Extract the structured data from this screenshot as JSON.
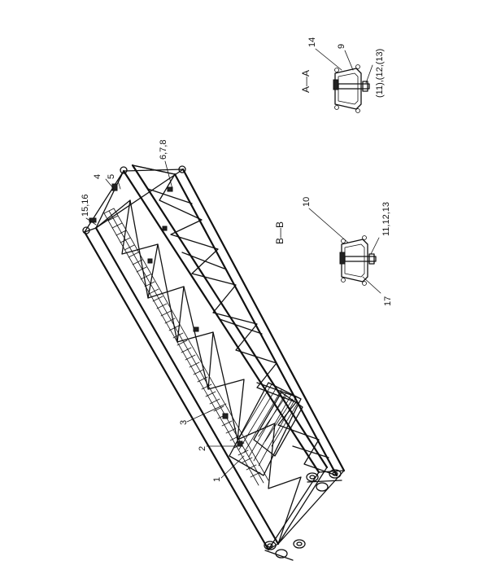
{
  "labels": {
    "l1": "1",
    "l2": "2",
    "l3": "3",
    "l4": "4",
    "l5": "5",
    "l678": "6,7,8",
    "l1516": "15,16",
    "l9": "9",
    "l14": "14",
    "l11_12_13_paren": "(11),(12,(13)",
    "section_aa": "A—A",
    "section_bb": "B—B",
    "l10": "10",
    "l11_12_13": "11,12,13",
    "l17": "17"
  }
}
